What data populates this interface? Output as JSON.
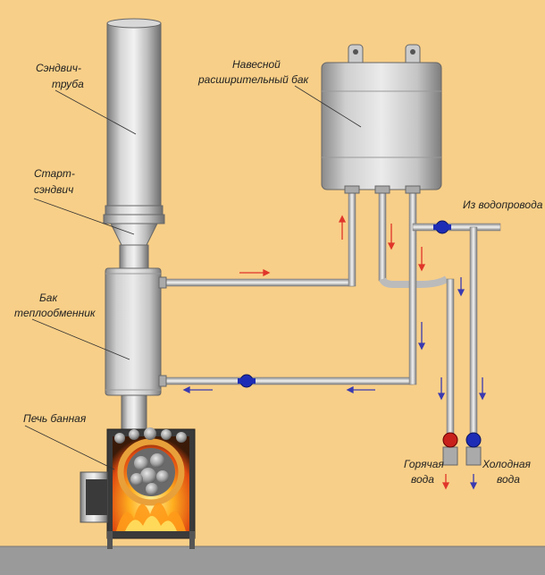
{
  "labels": {
    "sandwich_pipe_1": "Сэндвич-",
    "sandwich_pipe_2": "труба",
    "start_sandwich_1": "Старт-",
    "start_sandwich_2": "сэндвич",
    "tank_1": "Бак",
    "tank_2": "теплообменник",
    "stove": "Печь банная",
    "expansion_tank_1": "Навесной",
    "expansion_tank_2": "расширительный бак",
    "water_supply": "Из водопровода",
    "hot_water_1": "Горячая",
    "hot_water_2": "вода",
    "cold_water_1": "Холодная",
    "cold_water_2": "вода"
  },
  "colors": {
    "background": "#f8cf88",
    "floor": "#9a9a9a",
    "arrow_hot": "#e0352a",
    "arrow_cold": "#3a3ab0",
    "valve_blue": "#1e2db5",
    "valve_red": "#c8201a"
  }
}
